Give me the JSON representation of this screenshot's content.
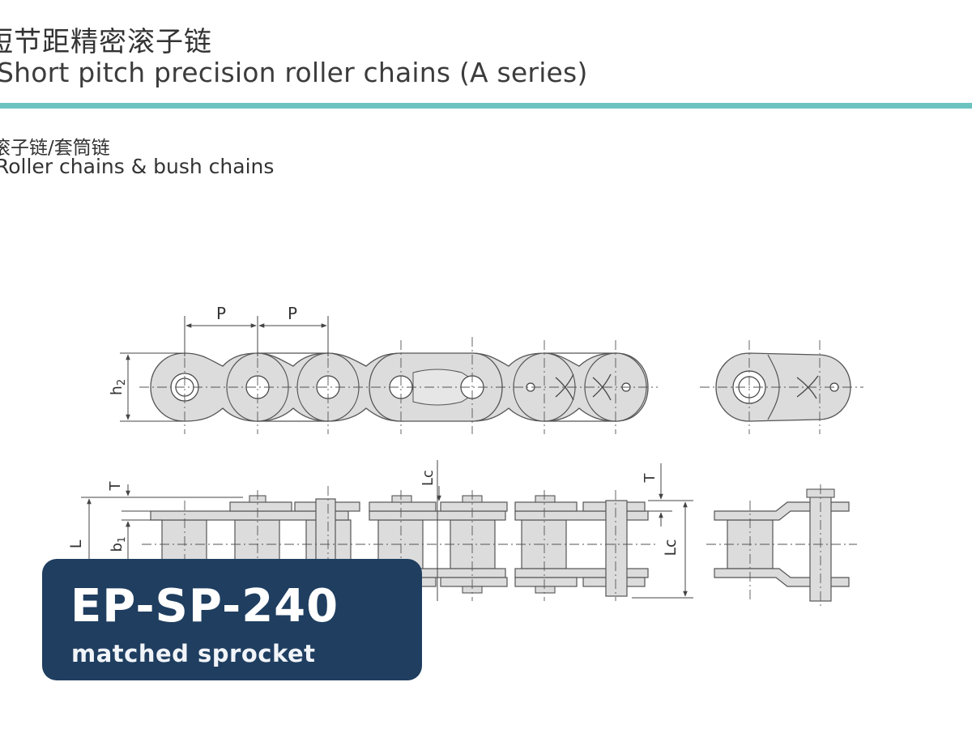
{
  "header": {
    "title_cn": "短节距精密滚子链",
    "title_en": "Short pitch precision roller chains (A series)",
    "accent_color": "#6cc3c0"
  },
  "section": {
    "subtitle_cn": "滚子链/套筒链",
    "subtitle_en": "Roller chains & bush chains"
  },
  "diagram_labels": {
    "pitch": "P",
    "plate_height": "h",
    "plate_height_sub": "2",
    "plate_thickness": "T",
    "overall_width": "L",
    "inner_width": "b",
    "inner_width_sub": "1",
    "connecting_pin_length": "Lc"
  },
  "badge": {
    "title": "EP-SP-240",
    "subtitle": "matched sprocket",
    "color": "#1f3e60"
  }
}
